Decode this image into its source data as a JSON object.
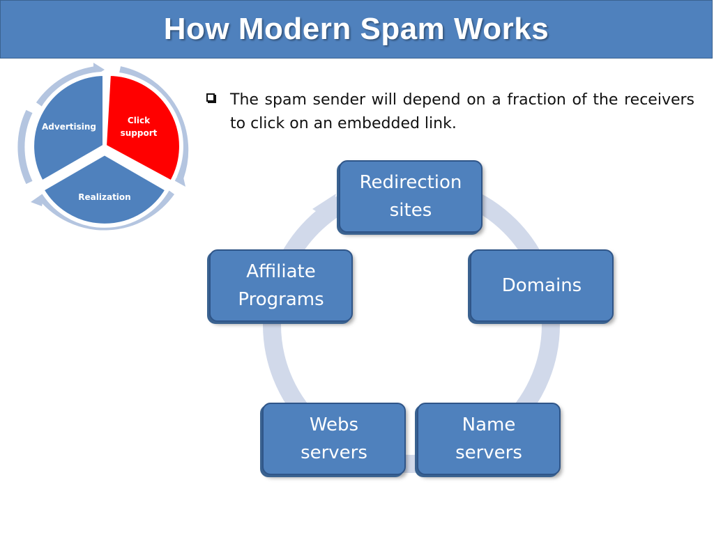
{
  "title": "How Modern Spam Works",
  "bullet": {
    "text": "The spam sender will depend on a fraction of the receivers to click on an embedded link."
  },
  "mini_cycle": {
    "segments": [
      {
        "label": "Click\nsupport",
        "color": "#ff0000"
      },
      {
        "label": "Realization",
        "color": "#4f81bd"
      },
      {
        "label": "Advertising",
        "color": "#4f81bd"
      }
    ],
    "arrow_color": "#b4c5e0"
  },
  "process_cycle": {
    "nodes": [
      {
        "label": "Redirection\nsites"
      },
      {
        "label": "Domains"
      },
      {
        "label": "Name\nservers"
      },
      {
        "label": "Webs\nservers"
      },
      {
        "label": "Affiliate\nPrograms"
      }
    ],
    "node_color": "#4f81bd",
    "ring_color": "#d1d9ea"
  }
}
